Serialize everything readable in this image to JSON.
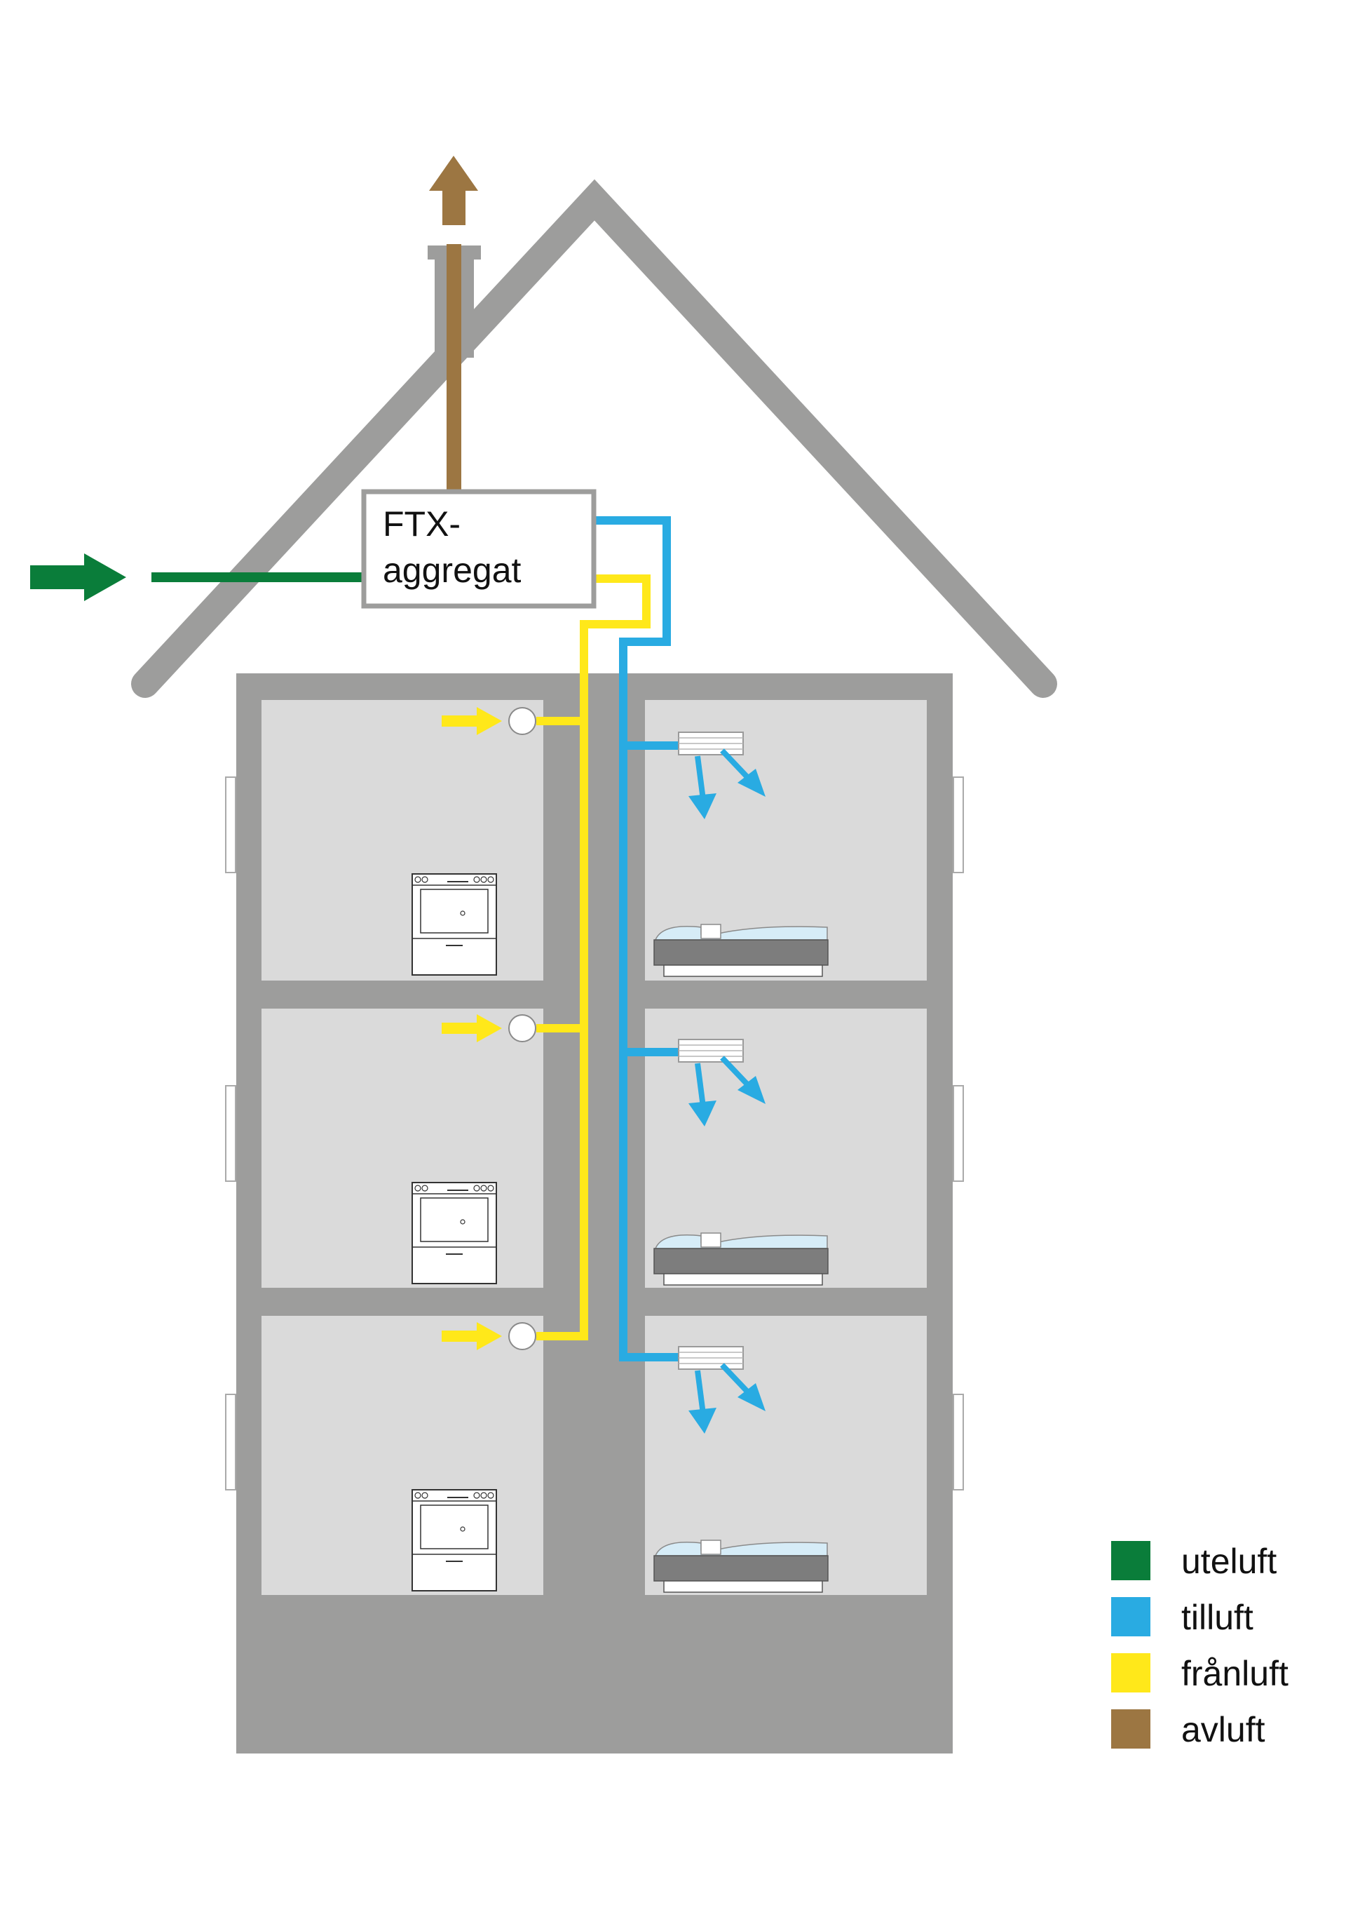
{
  "unit": {
    "line1": "FTX-",
    "line2": "aggregat"
  },
  "colors": {
    "uteluft": "#0a7d3a",
    "tilluft": "#29abe2",
    "franluft": "#ffe81a",
    "avluft": "#9c7642",
    "wall": "#9d9d9c",
    "room": "#dadada",
    "roof": "#9d9d9c"
  },
  "legend": [
    {
      "key": "uteluft",
      "label": "uteluft",
      "color": "#0a7d3a"
    },
    {
      "key": "tilluft",
      "label": "tilluft",
      "color": "#29abe2"
    },
    {
      "key": "franluft",
      "label": "frånluft",
      "color": "#ffe81a"
    },
    {
      "key": "avluft",
      "label": "avluft",
      "color": "#9c7642"
    }
  ],
  "floors": [
    {
      "left_room": "kitchen",
      "right_room": "bedroom"
    },
    {
      "left_room": "kitchen",
      "right_room": "bedroom"
    },
    {
      "left_room": "kitchen",
      "right_room": "bedroom"
    }
  ]
}
